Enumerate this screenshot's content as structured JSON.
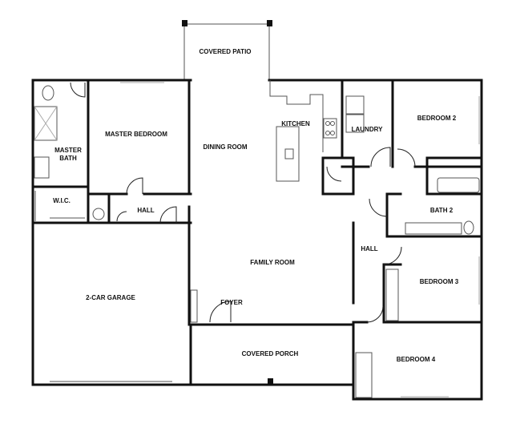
{
  "rooms": {
    "covered_patio": "COVERED PATIO",
    "master_bedroom": "MASTER BEDROOM",
    "dining_room": "DINING ROOM",
    "kitchen": "KITCHEN",
    "laundry": "LAUNDRY",
    "bedroom_2": "BEDROOM 2",
    "master_bath_1": "MASTER",
    "master_bath_2": "BATH",
    "wic": "W.I.C.",
    "hall_left": "HALL",
    "bath_2": "BATH 2",
    "hall_right": "HALL",
    "family_room": "FAMILY ROOM",
    "bedroom_3": "BEDROOM 3",
    "garage": "2-CAR GARAGE",
    "foyer": "FOYER",
    "covered_porch": "COVERED PORCH",
    "bedroom_4": "BEDROOM 4"
  },
  "colors": {
    "wall": "#111111",
    "fixture": "#555555",
    "background": "#ffffff"
  }
}
